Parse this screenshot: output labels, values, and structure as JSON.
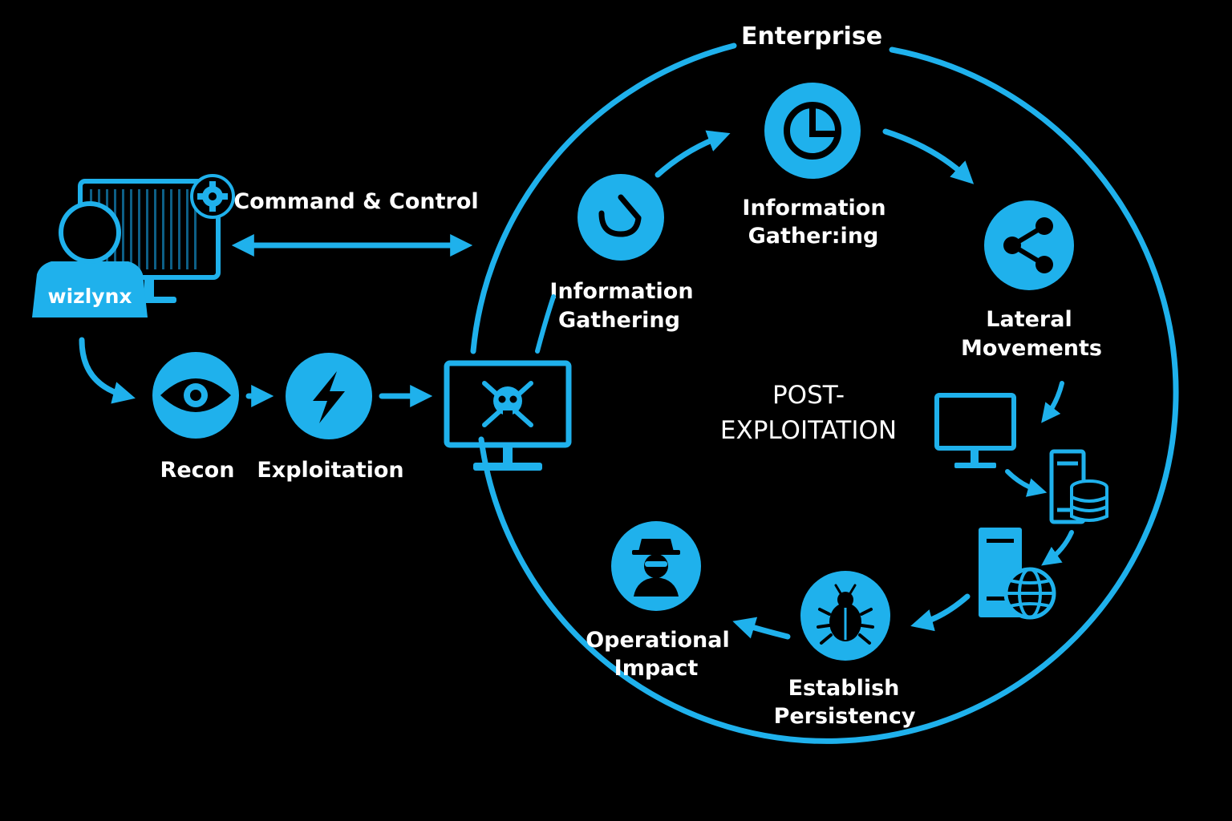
{
  "enterprise_label": "Enterprise",
  "attacker": {
    "name": "wizlynx"
  },
  "command_control_label": "Command & Control",
  "stages": {
    "recon": "Recon",
    "exploitation": "Exploitation"
  },
  "post_exploitation": {
    "line1": "POST-",
    "line2": "EXPLOITATION"
  },
  "cycle": {
    "info_gathering_1": {
      "line1": "Information",
      "line2": "Gathering"
    },
    "info_gathering_2": {
      "line1": "Information",
      "line2": "Gather:ing"
    },
    "lateral": {
      "line1": "Lateral",
      "line2": "Movements"
    },
    "persistence": {
      "line1": "Establish",
      "line2": "Persistency"
    },
    "impact": {
      "line1": "Operational",
      "line2": "Impact"
    }
  },
  "colors": {
    "accent": "#1fb1ec",
    "background": "#000000",
    "text": "#ffffff"
  }
}
